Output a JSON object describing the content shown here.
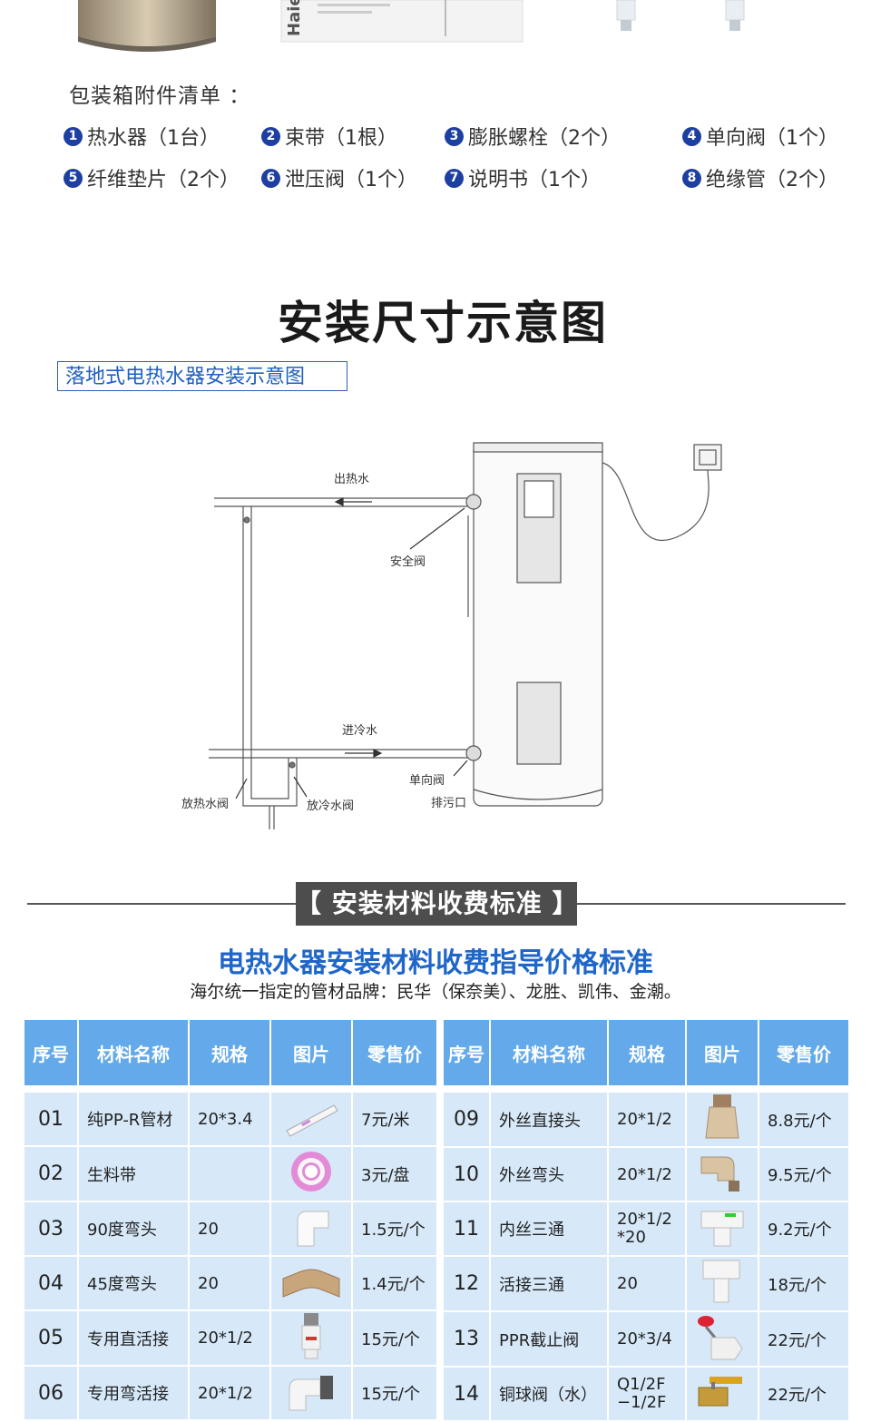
{
  "accessories": {
    "title": "包装箱附件清单 ：",
    "items": [
      {
        "num": "1",
        "label": "热水器（1台）"
      },
      {
        "num": "2",
        "label": "束带（1根）"
      },
      {
        "num": "3",
        "label": "膨胀螺栓（2个）"
      },
      {
        "num": "4",
        "label": "单向阀（1个）"
      },
      {
        "num": "5",
        "label": "纤维垫片（2个）"
      },
      {
        "num": "6",
        "label": "泄压阀（1个）"
      },
      {
        "num": "7",
        "label": "说明书（1个）"
      },
      {
        "num": "8",
        "label": "绝缘管（2个）"
      }
    ],
    "manual_brand": "Haier"
  },
  "install": {
    "title": "安装尺寸示意图",
    "subtitle": "落地式电热水器安装示意图",
    "labels": {
      "hot_out": "出热水",
      "safety_valve": "安全阀",
      "cold_in": "进冷水",
      "check_valve": "单向阀",
      "drain": "排污口",
      "hot_drain_valve": "放热水阀",
      "cold_drain_valve": "放冷水阀"
    }
  },
  "materials": {
    "section_title": "【 安装材料收费标准 】",
    "heading": "电热水器安装材料收费指导价格标准",
    "brands_note": "海尔统一指定的管材品牌：民华（保奈美）、龙胜、凯伟、金潮。",
    "columns": [
      "序号",
      "材料名称",
      "规格",
      "图片",
      "零售价"
    ],
    "left_rows": [
      {
        "no": "01",
        "name": "纯PP-R管材",
        "spec": "20*3.4",
        "img": "pipe-icon",
        "price": "7元/米"
      },
      {
        "no": "02",
        "name": "生料带",
        "spec": "",
        "img": "tape-icon",
        "price": "3元/盘"
      },
      {
        "no": "03",
        "name": "90度弯头",
        "spec": "20",
        "img": "elbow90-icon",
        "price": "1.5元/个"
      },
      {
        "no": "04",
        "name": "45度弯头",
        "spec": "20",
        "img": "elbow45-icon",
        "price": "1.4元/个"
      },
      {
        "no": "05",
        "name": "专用直活接",
        "spec": "20*1/2",
        "img": "union-icon",
        "price": "15元/个"
      },
      {
        "no": "06",
        "name": "专用弯活接",
        "spec": "20*1/2",
        "img": "elbow-union-icon",
        "price": "15元/个"
      }
    ],
    "right_rows": [
      {
        "no": "09",
        "name": "外丝直接头",
        "spec": "20*1/2",
        "img": "male-adapter-icon",
        "price": "8.8元/个"
      },
      {
        "no": "10",
        "name": "外丝弯头",
        "spec": "20*1/2",
        "img": "male-elbow-icon",
        "price": "9.5元/个"
      },
      {
        "no": "11",
        "name": "内丝三通",
        "spec": "20*1/2 *20",
        "img": "female-tee-icon",
        "price": "9.2元/个"
      },
      {
        "no": "12",
        "name": "活接三通",
        "spec": "20",
        "img": "union-tee-icon",
        "price": "18元/个"
      },
      {
        "no": "13",
        "name": "PPR截止阀",
        "spec": "20*3/4",
        "img": "stop-valve-icon",
        "price": "22元/个"
      },
      {
        "no": "14",
        "name": "铜球阀（水）",
        "spec": "Q1/2F −1/2F",
        "img": "ball-valve-icon",
        "price": "22元/个"
      }
    ]
  },
  "colors": {
    "header_blue": "#64a9e9",
    "cell_blue": "#d7e9f9",
    "title_blue": "#1f66c9",
    "num_badge": "#1d3fa0"
  }
}
